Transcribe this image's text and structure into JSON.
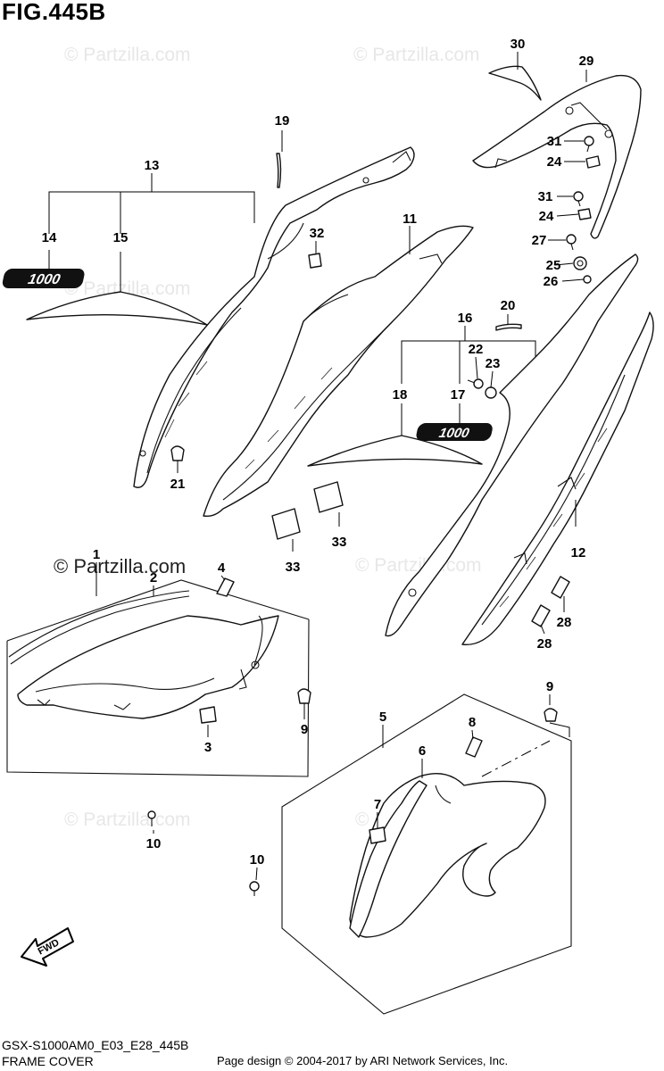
{
  "figure": {
    "title": "FIG.445B",
    "model_code": "GSX-S1000AM0_E03_E28_445B",
    "name": "FRAME COVER",
    "credit": "Page design © 2004-2017 by ARI Network Services, Inc."
  },
  "watermark": {
    "text": "© Partzilla.com",
    "color": "#e7e7e7"
  },
  "emblem": {
    "text": "1000"
  },
  "direction_arrow": {
    "text": "FWD"
  },
  "callouts": [
    "1",
    "2",
    "3",
    "4",
    "5",
    "6",
    "7",
    "8",
    "9",
    "9",
    "10",
    "10",
    "11",
    "12",
    "13",
    "14",
    "15",
    "16",
    "17",
    "18",
    "19",
    "20",
    "21",
    "22",
    "23",
    "24",
    "24",
    "25",
    "26",
    "27",
    "28",
    "28",
    "29",
    "30",
    "31",
    "31",
    "32",
    "33",
    "33"
  ]
}
